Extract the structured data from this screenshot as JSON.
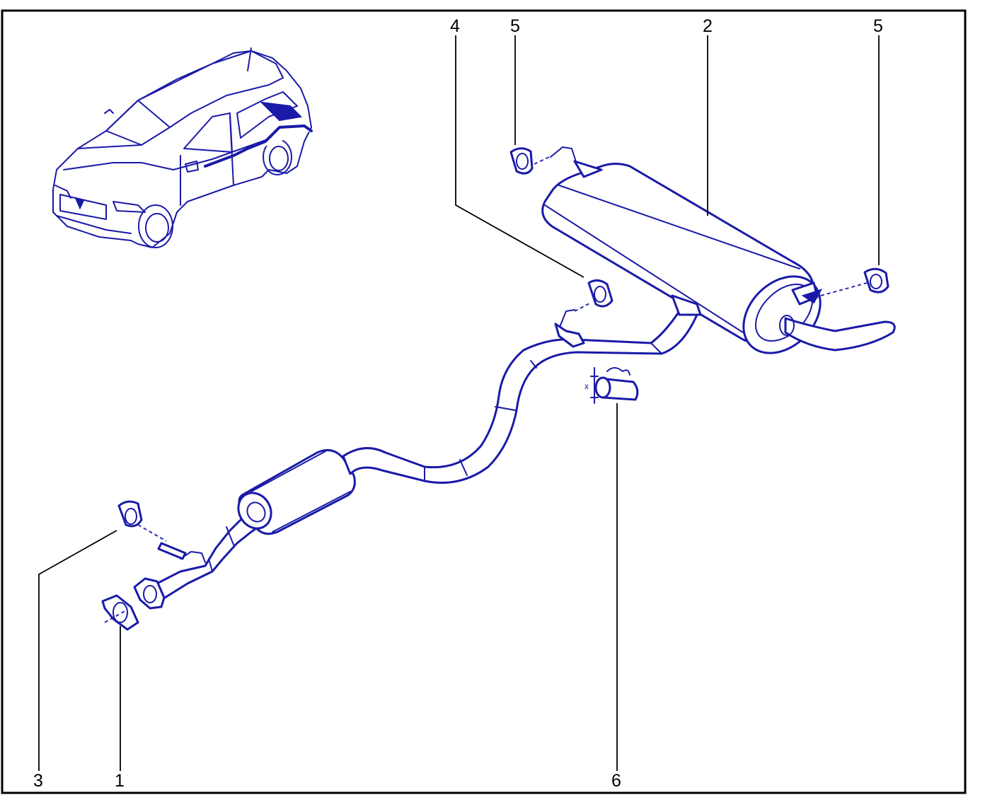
{
  "callouts": {
    "c1": "1",
    "c2": "2",
    "c3": "3",
    "c4": "4",
    "c5_left": "5",
    "c5_right": "5",
    "c6": "6"
  },
  "dimension_mark": "x",
  "colors": {
    "line": "#1a1aa8",
    "frame": "#000000",
    "background": "#ffffff"
  }
}
